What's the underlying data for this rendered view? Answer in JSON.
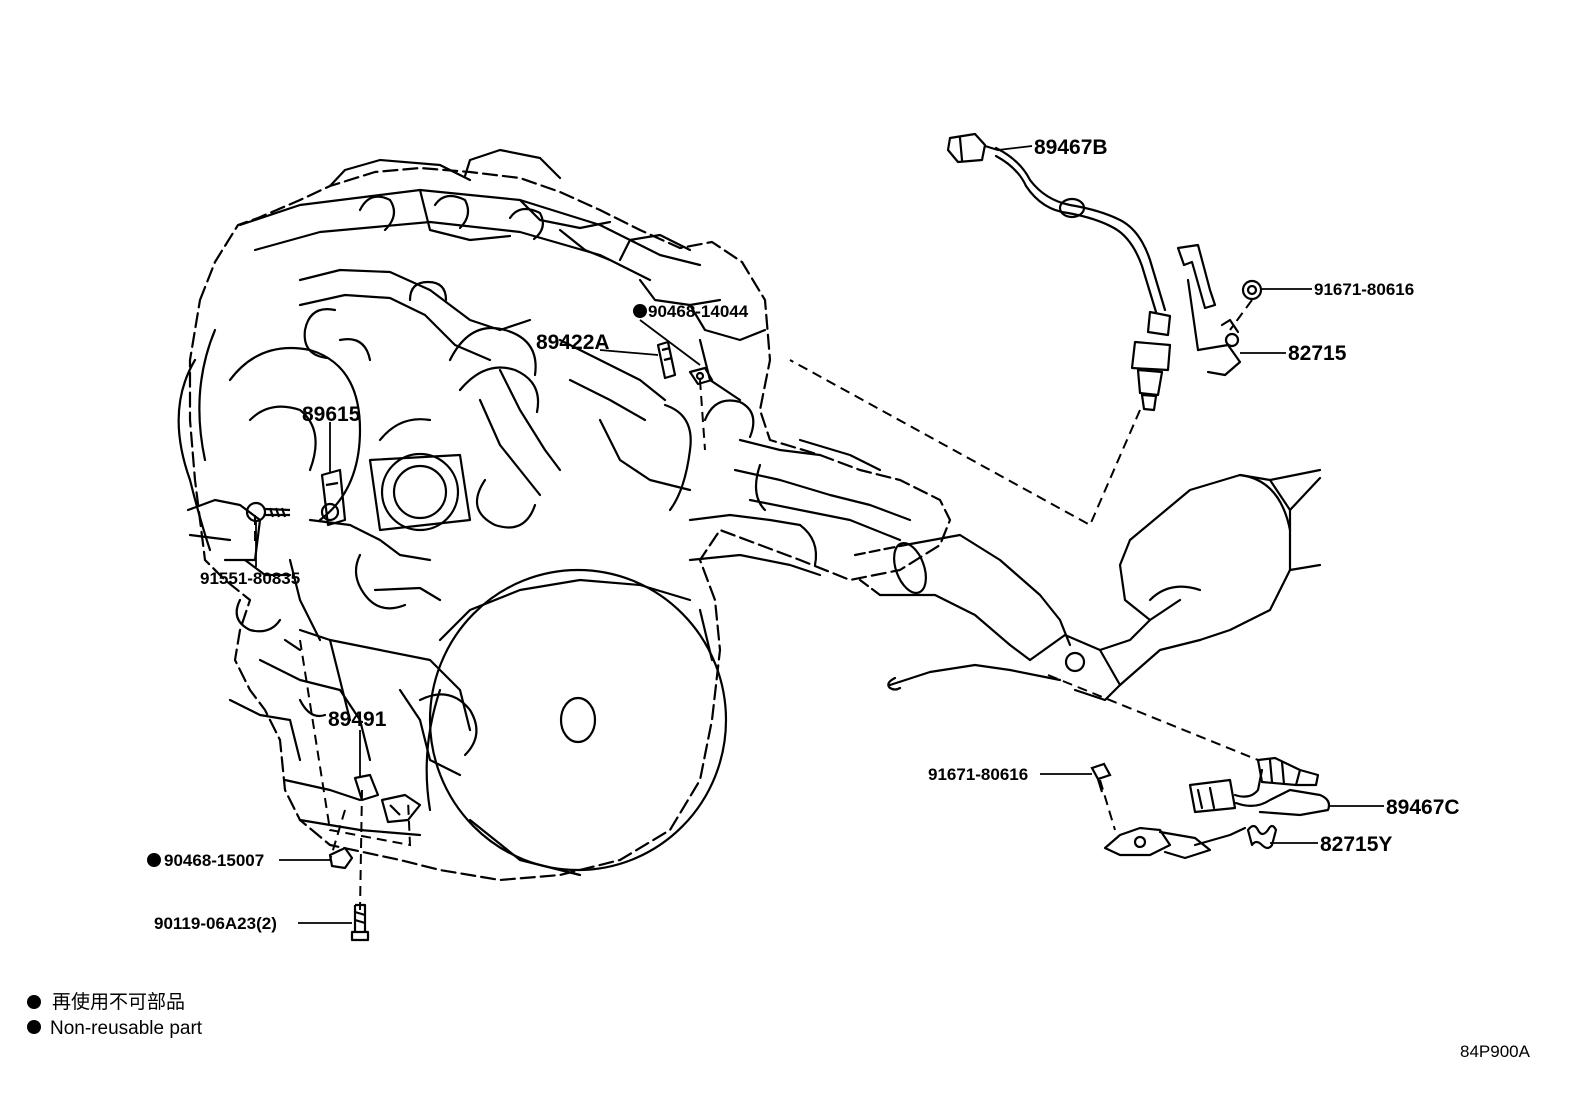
{
  "parts": {
    "p89467b": "89467B",
    "p91671_top": "91671-80616",
    "p82715": "82715",
    "p90468_14044": "90468-14044",
    "p89422a": "89422A",
    "p89615": "89615",
    "p91551": "91551-80835",
    "p89491": "89491",
    "p90468_15007": "90468-15007",
    "p90119": "90119-06A23(2)",
    "p91671_bottom": "91671-80616",
    "p89467c": "89467C",
    "p82715y": "82715Y"
  },
  "legend": {
    "line1": "再使用不可部品",
    "line2": "Non-reusable part"
  },
  "diagram_code": "84P900A",
  "colors": {
    "ink": "#000000",
    "background": "#ffffff"
  }
}
